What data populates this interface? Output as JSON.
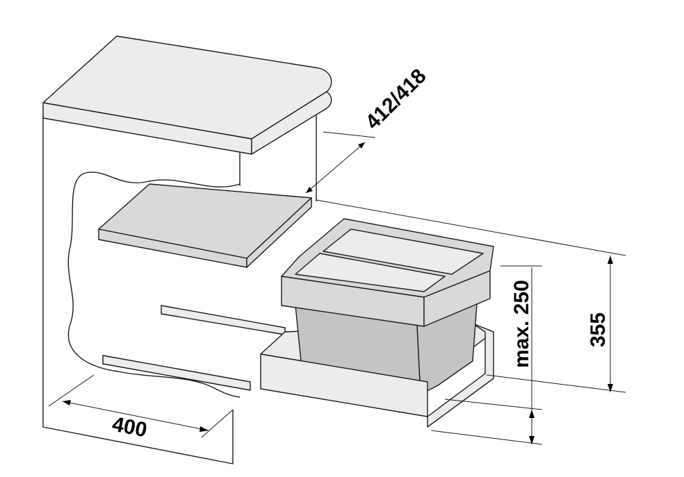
{
  "dimensions": {
    "depth": "412/418",
    "height_total": "355",
    "bin_height": "max. 250",
    "width": "400"
  }
}
